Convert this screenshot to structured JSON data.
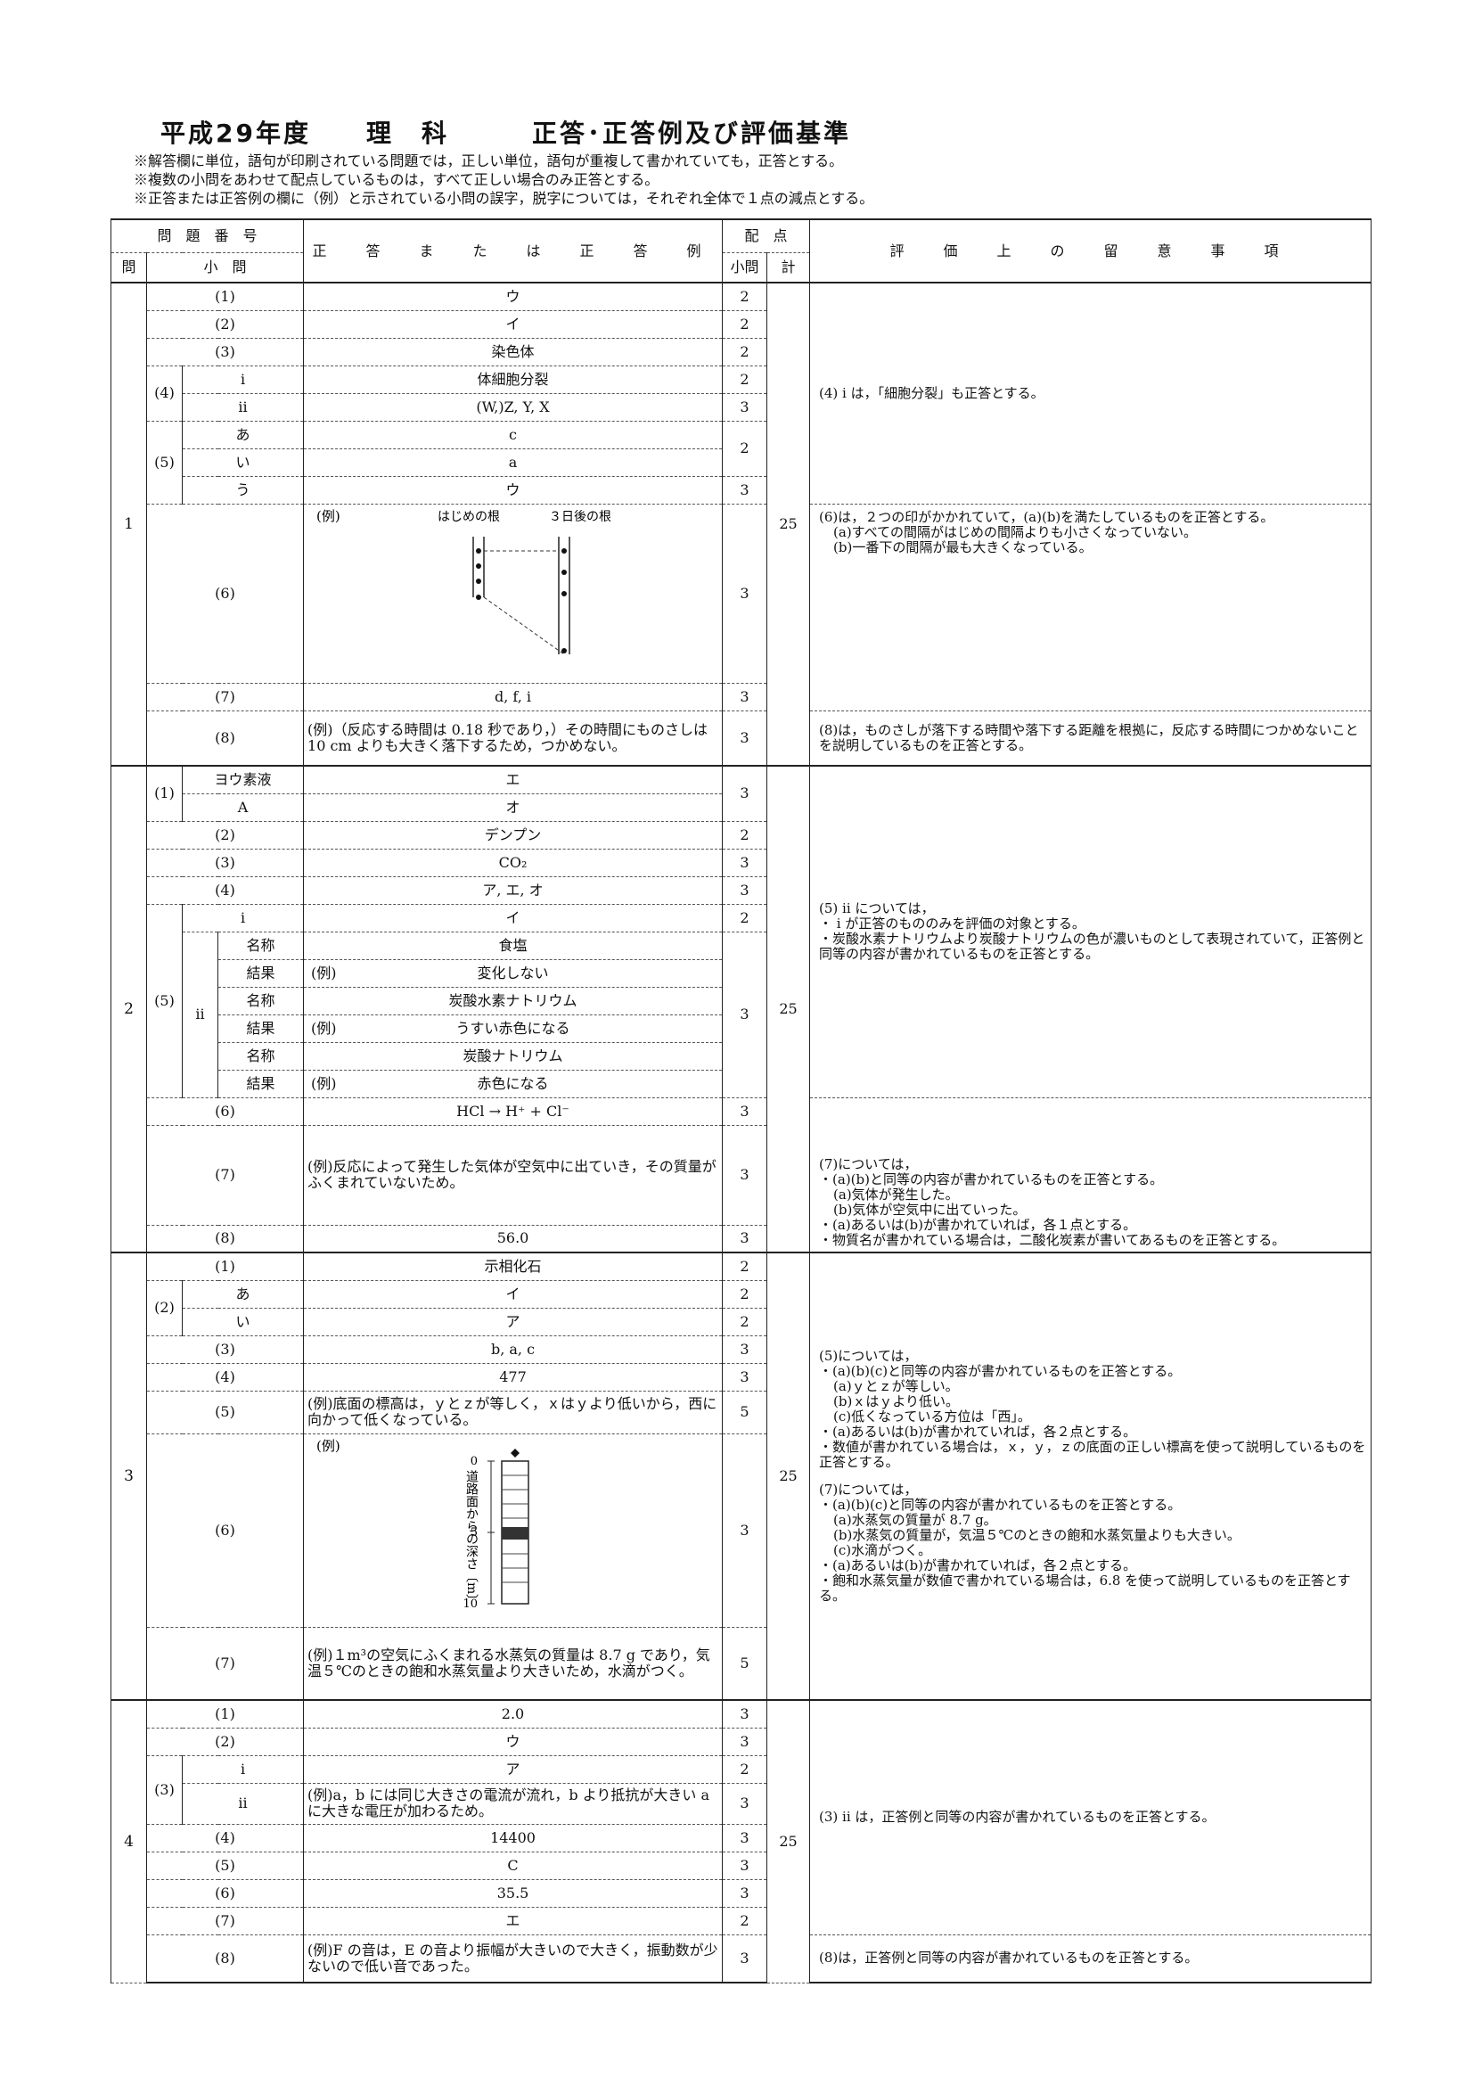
{
  "title": "平成29年度　　理　科　　　正答･正答例及び評価基準",
  "notes": [
    "※解答欄に単位，語句が印刷されている問題では，正しい単位，語句が重複して書かれていても，正答とする。",
    "※複数の小問をあわせて配点しているものは，すべて正しい場合のみ正答とする。",
    "※正答または正答例の欄に（例）と示されている小問の誤字，脱字については，それぞれ全体で１点の減点とする。"
  ],
  "header": {
    "mondai_bango": "問　題　番　号",
    "seito": "正　答　ま　た　は　正　答　例",
    "haiten": "配　点",
    "ryuui": "評　価　上　の　留　意　事　項",
    "mon": "問",
    "shomon": "小　問",
    "shomon_pt": "小問",
    "kei": "計"
  },
  "labels": {
    "ex": "(例)",
    "i": "i",
    "ii": "ii",
    "a": "あ",
    "b": "い",
    "c": "う",
    "iodine": "ヨウ素液",
    "A": "A",
    "meisho": "名称",
    "kekka": "結果"
  },
  "q1": {
    "no": "1",
    "total": "25",
    "rows": [
      {
        "q": "(1)",
        "a": "ウ",
        "p": "2"
      },
      {
        "q": "(2)",
        "a": "イ",
        "p": "2"
      },
      {
        "q": "(3)",
        "a": "染色体",
        "p": "2"
      },
      {
        "q": "(4)",
        "a": "体細胞分裂",
        "p": "2"
      },
      {
        "a": "(W,)Z, Y, X",
        "p": "3"
      },
      {
        "q": "(5)",
        "a": "c",
        "p": "2"
      },
      {
        "a": "a"
      },
      {
        "a": "ウ",
        "p": "3"
      },
      {
        "q": "(6)",
        "p": "3"
      },
      {
        "q": "(7)",
        "a": "d, f, i",
        "p": "3"
      },
      {
        "q": "(8)",
        "a": "(例)（反応する時間は 0.18 秒であり，）その時間にものさしは 10 cm よりも大きく落下するため，つかめない。",
        "p": "3"
      }
    ],
    "fig_label_start": "はじめの根",
    "fig_label_after": "３日後の根",
    "rem4": "(4) i は，「細胞分裂」も正答とする。",
    "rem6": [
      "(6)は，２つの印がかかれていて，(a)(b)を満たしているものを正答とする。",
      "(a)すべての間隔がはじめの間隔よりも小さくなっていない。",
      "(b)一番下の間隔が最も大きくなっている。"
    ],
    "rem8": "(8)は，ものさしが落下する時間や落下する距離を根拠に，反応する時間につかめないことを説明しているものを正答とする。"
  },
  "q2": {
    "no": "2",
    "total": "25",
    "rows": [
      {
        "q": "(1)",
        "a": "エ",
        "p": "3"
      },
      {
        "a": "オ"
      },
      {
        "q": "(2)",
        "a": "デンプン",
        "p": "2"
      },
      {
        "q": "(3)",
        "a": "CO₂",
        "p": "3"
      },
      {
        "q": "(4)",
        "a": "ア, エ, オ",
        "p": "3"
      },
      {
        "q": "(5)",
        "a": "イ",
        "p": "2"
      },
      {
        "a": "食塩",
        "p": "3"
      },
      {
        "a": "変化しない"
      },
      {
        "a": "炭酸水素ナトリウム"
      },
      {
        "a": "うすい赤色になる"
      },
      {
        "a": "炭酸ナトリウム"
      },
      {
        "a": "赤色になる"
      },
      {
        "q": "(6)",
        "a": "HCl → H⁺ + Cl⁻",
        "p": "3"
      },
      {
        "q": "(7)",
        "a": "(例)反応によって発生した気体が空気中に出ていき，その質量がふくまれていないため。",
        "p": "3"
      },
      {
        "q": "(8)",
        "a": "56.0",
        "p": "3"
      }
    ],
    "rem5": [
      "(5) ii については，",
      "・ i が正答のもののみを評価の対象とする。",
      "・炭酸水素ナトリウムより炭酸ナトリウムの色が濃いものとして表現されていて，正答例と同等の内容が書かれているものを正答とする。"
    ],
    "rem7": [
      "(7)については，",
      "・(a)(b)と同等の内容が書かれているものを正答とする。",
      "(a)気体が発生した。",
      "(b)気体が空気中に出ていった。",
      "・(a)あるいは(b)が書かれていれば，各１点とする。",
      "・物質名が書かれている場合は，二酸化炭素が書いてあるものを正答とする。"
    ]
  },
  "q3": {
    "no": "3",
    "total": "25",
    "rows": [
      {
        "q": "(1)",
        "a": "示相化石",
        "p": "2"
      },
      {
        "q": "(2)",
        "a": "イ",
        "p": "2"
      },
      {
        "a": "ア",
        "p": "2"
      },
      {
        "q": "(3)",
        "a": "b, a, c",
        "p": "3"
      },
      {
        "q": "(4)",
        "a": "477",
        "p": "3"
      },
      {
        "q": "(5)",
        "a": "(例)底面の標高は，ｙとｚが等しく，ｘはｙより低いから，西に向かって低くなっている。",
        "p": "5"
      },
      {
        "q": "(6)",
        "p": "3"
      },
      {
        "q": "(7)",
        "a": "(例)１m³の空気にふくまれる水蒸気の質量は 8.7 g であり，気温５℃のときの飽和水蒸気量より大きいため，水滴がつく。",
        "p": "5"
      }
    ],
    "fig_axis": "道路面からの深さ〔m〕",
    "fig_ticks": [
      "0",
      "5",
      "10"
    ],
    "rem5": [
      "(5)については，",
      "・(a)(b)(c)と同等の内容が書かれているものを正答とする。",
      "(a)ｙとｚが等しい。",
      "(b)ｘはｙより低い。",
      "(c)低くなっている方位は「西」。",
      "・(a)あるいは(b)が書かれていれば，各２点とする。",
      "・数値が書かれている場合は，ｘ，ｙ，ｚの底面の正しい標高を使って説明しているものを正答とする。"
    ],
    "rem7": [
      "(7)については，",
      "・(a)(b)(c)と同等の内容が書かれているものを正答とする。",
      "(a)水蒸気の質量が 8.7 g。",
      "(b)水蒸気の質量が，気温５℃のときの飽和水蒸気量よりも大きい。",
      "(c)水滴がつく。",
      "・(a)あるいは(b)が書かれていれば，各２点とする。",
      "・飽和水蒸気量が数値で書かれている場合は，6.8 を使って説明しているものを正答とする。"
    ]
  },
  "q4": {
    "no": "4",
    "total": "25",
    "rows": [
      {
        "q": "(1)",
        "a": "2.0",
        "p": "3"
      },
      {
        "q": "(2)",
        "a": "ウ",
        "p": "3"
      },
      {
        "q": "(3)",
        "a": "ア",
        "p": "2"
      },
      {
        "a": "(例)a，b には同じ大きさの電流が流れ，b より抵抗が大きい a に大きな電圧が加わるため。",
        "p": "3"
      },
      {
        "q": "(4)",
        "a": "14400",
        "p": "3"
      },
      {
        "q": "(5)",
        "a": "C",
        "p": "3"
      },
      {
        "q": "(6)",
        "a": "35.5",
        "p": "3"
      },
      {
        "q": "(7)",
        "a": "エ",
        "p": "2"
      },
      {
        "q": "(8)",
        "a": "(例)F の音は，E の音より振幅が大きいので大きく，振動数が少ないので低い音であった。",
        "p": "3"
      }
    ],
    "rem3": "(3) ii は，正答例と同等の内容が書かれているものを正答とする。",
    "rem8": "(8)は，正答例と同等の内容が書かれているものを正答とする。"
  }
}
